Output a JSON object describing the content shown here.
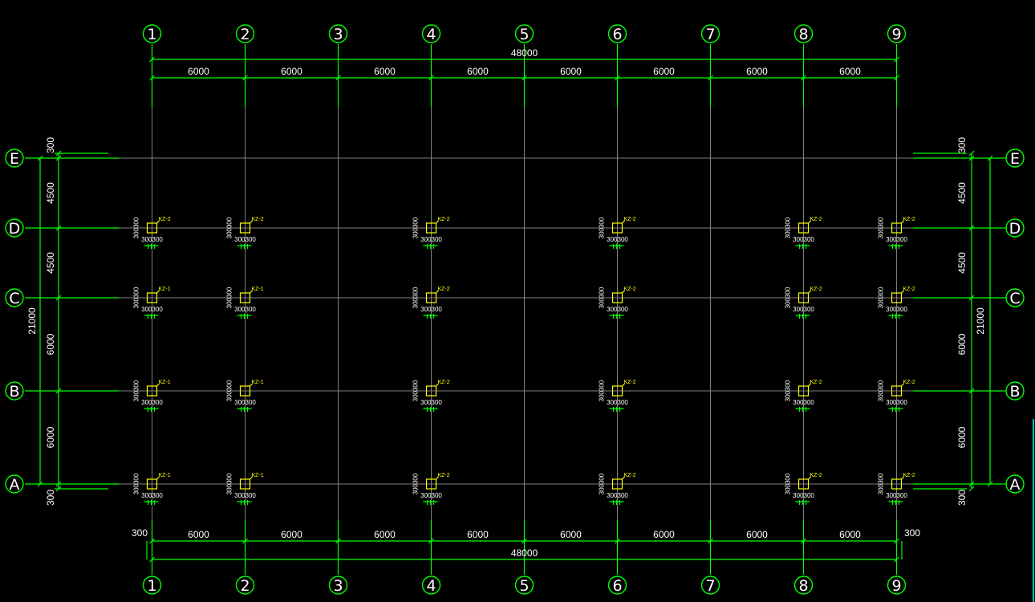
{
  "grid": {
    "vertical_axes": [
      "1",
      "2",
      "3",
      "4",
      "5",
      "6",
      "7",
      "8",
      "9"
    ],
    "horizontal_axes": [
      "E",
      "D",
      "C",
      "B",
      "A"
    ],
    "bay_widths": [
      "6000",
      "6000",
      "6000",
      "6000",
      "6000",
      "6000",
      "6000",
      "6000"
    ],
    "total_width": "48000",
    "row_spacings": [
      "4500",
      "4500",
      "6000",
      "6000"
    ],
    "total_depth": "21000",
    "edge_offset": "300"
  },
  "columns": {
    "size_label": "300300",
    "side_label": "300300",
    "axes_with_columns": [
      "1",
      "2",
      "4",
      "6",
      "8",
      "9"
    ],
    "rows_with_columns": [
      "D",
      "C",
      "B",
      "A"
    ],
    "tags": {
      "D": [
        "KZ-2",
        "KZ-2",
        "KZ-2",
        "KZ-2",
        "KZ-2",
        "KZ-2"
      ],
      "C": [
        "KZ-1",
        "KZ-1",
        "KZ-2",
        "KZ-2",
        "KZ-2",
        "KZ-2"
      ],
      "B": [
        "KZ-1",
        "KZ-1",
        "KZ-2",
        "KZ-2",
        "KZ-2",
        "KZ-2"
      ],
      "A": [
        "KZ-1",
        "KZ-1",
        "KZ-2",
        "KZ-2",
        "KZ-2",
        "KZ-2"
      ]
    }
  },
  "colors": {
    "background": "#000000",
    "dimension": "#00ff00",
    "grid_line": "#7f7f7f",
    "column": "#ffff00",
    "text": "#ffffff"
  }
}
